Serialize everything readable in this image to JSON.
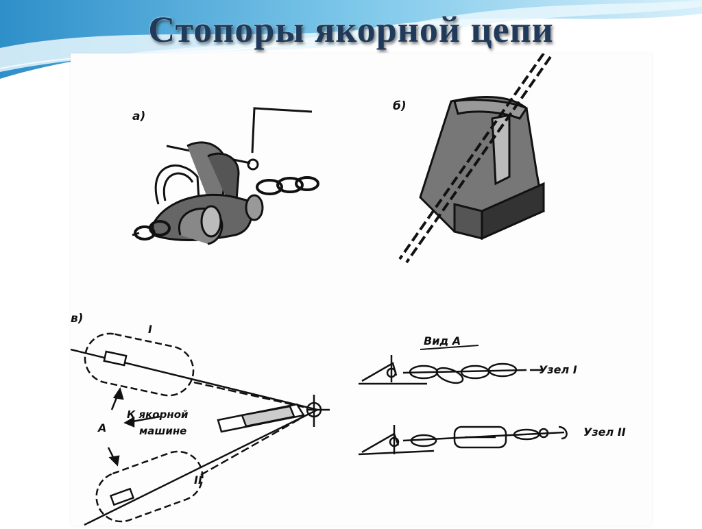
{
  "slide": {
    "title": "Стопоры якорной цепи"
  },
  "figure": {
    "label_a": "а)",
    "label_b": "б)",
    "label_v": "в)",
    "view_a": "Вид А",
    "knot_1": "Узел I",
    "knot_2": "Узел II",
    "roman_1": "I",
    "roman_2": "II",
    "arrow_A": "А",
    "to_machine_line1": "К якорной",
    "to_machine_line2": "машине"
  },
  "colors": {
    "title": "#1f3a5a",
    "wave_top": "#3a9fd6",
    "wave_light": "#bfe6f7"
  }
}
